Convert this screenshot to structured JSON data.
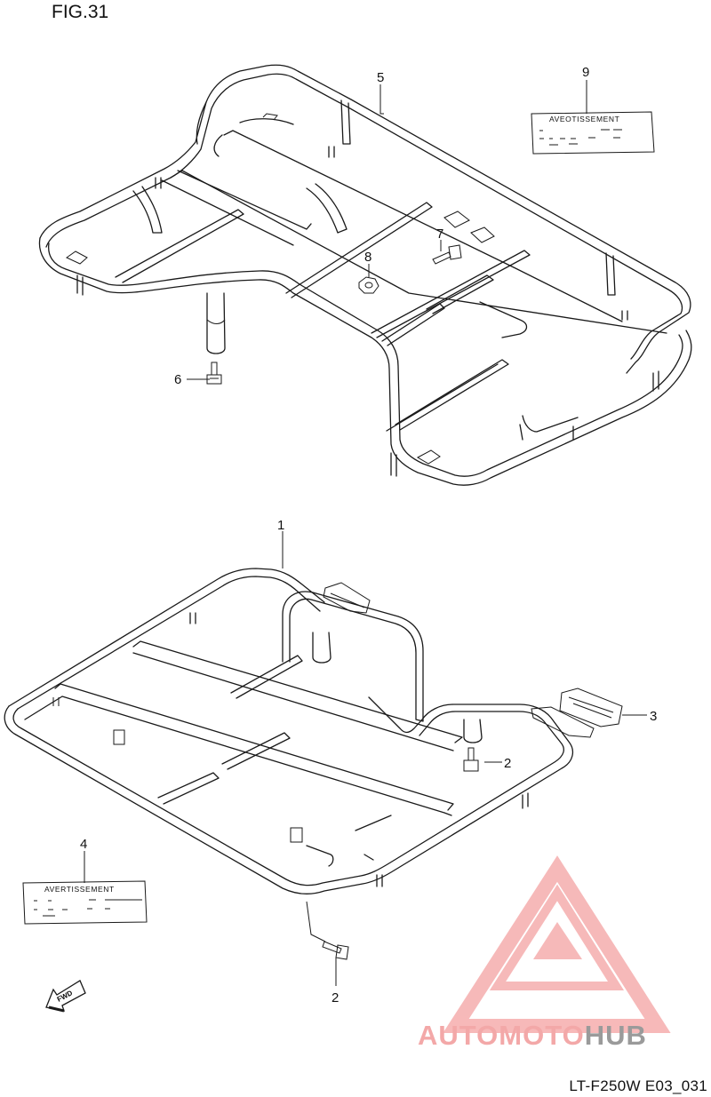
{
  "figure_title": "FIG.31",
  "diagram_code": "LT-F250W E03_031",
  "callouts": [
    {
      "id": "c1",
      "text": "1"
    },
    {
      "id": "c2a",
      "text": "2"
    },
    {
      "id": "c2b",
      "text": "2"
    },
    {
      "id": "c3",
      "text": "3"
    },
    {
      "id": "c4",
      "text": "4"
    },
    {
      "id": "c5",
      "text": "5"
    },
    {
      "id": "c6",
      "text": "6"
    },
    {
      "id": "c7",
      "text": "7"
    },
    {
      "id": "c8",
      "text": "8"
    },
    {
      "id": "c9",
      "text": "9"
    }
  ],
  "warning_labels": {
    "rear": "AVEOTISSEMENT",
    "front": "AVERTISSEMENT"
  },
  "fwd_arrow": "FWD",
  "watermark": {
    "word1": "AUTO",
    "word2": "MOTO",
    "word3": "HUB",
    "colors": {
      "logo": "#f3a8a8",
      "hub": "#9a9a9a"
    }
  }
}
